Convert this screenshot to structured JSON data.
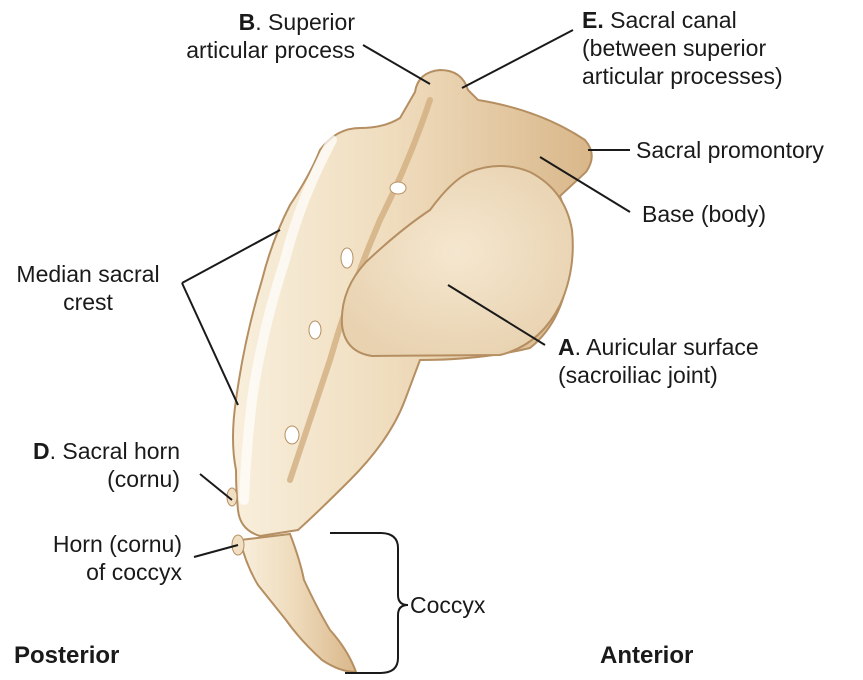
{
  "labels": {
    "superior_articular": {
      "letter": "B",
      "line1": ". Superior",
      "line2": "articular process"
    },
    "sacral_canal": {
      "letter": "E.",
      "line1": " Sacral canal",
      "line2": "(between superior",
      "line3": "articular processes)"
    },
    "sacral_promontory": {
      "text": "Sacral promontory"
    },
    "base_body": {
      "text": "Base (body)"
    },
    "median_sacral_crest": {
      "line1": "Median sacral",
      "line2": "crest"
    },
    "auricular_surface": {
      "letter": "A",
      "line1": ". Auricular surface",
      "line2": "(sacroiliac joint)"
    },
    "sacral_horn": {
      "letter": "D",
      "line1": ". Sacral horn",
      "line2": "(cornu)"
    },
    "horn_of_coccyx": {
      "line1": "Horn (cornu)",
      "line2": "of coccyx"
    },
    "coccyx": {
      "text": "Coccyx"
    }
  },
  "orientation": {
    "posterior": "Posterior",
    "anterior": "Anterior"
  },
  "colors": {
    "bone_light": "#f6ead3",
    "bone_mid": "#ead2ab",
    "bone_shadow": "#c9a67a",
    "auricular": "#efdcc0",
    "line": "#1a1a1a"
  }
}
